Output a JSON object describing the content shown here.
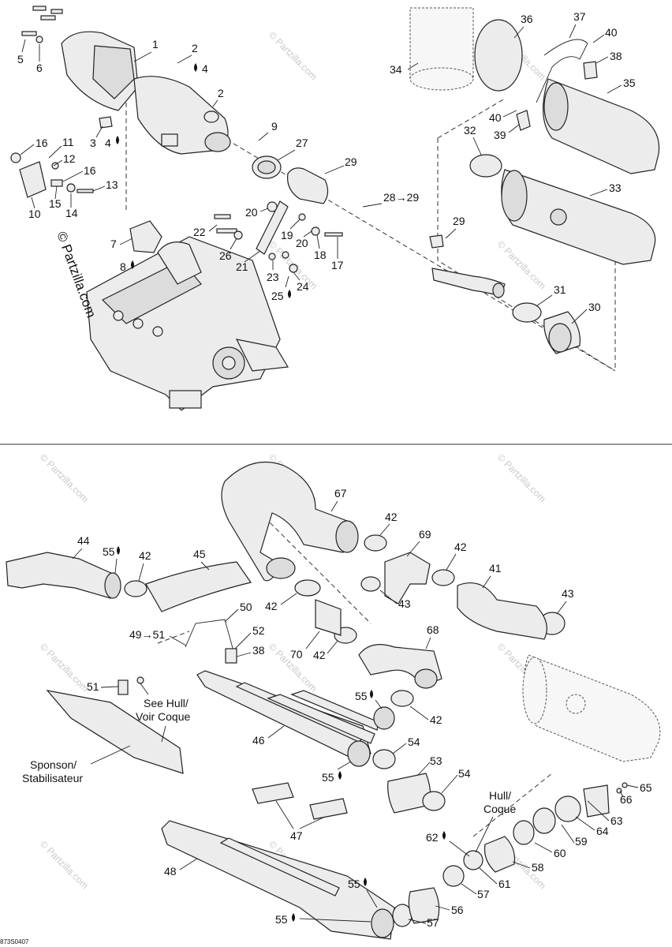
{
  "diagram": {
    "top_labels": [
      "1",
      "2",
      "4",
      "2",
      "3",
      "4",
      "5",
      "6",
      "7",
      "8",
      "9",
      "10",
      "11",
      "12",
      "13",
      "14",
      "15",
      "16",
      "16",
      "17",
      "18",
      "19",
      "20",
      "20",
      "21",
      "22",
      "23",
      "24",
      "25",
      "26",
      "27",
      "28→29",
      "29",
      "29",
      "30",
      "31",
      "32",
      "33",
      "34",
      "35",
      "36",
      "37",
      "38",
      "39",
      "40",
      "40"
    ],
    "bottom_labels": [
      "38",
      "41",
      "42",
      "42",
      "42",
      "42",
      "42",
      "42",
      "43",
      "43",
      "44",
      "45",
      "46",
      "47",
      "48",
      "49→51",
      "50",
      "51",
      "52",
      "53",
      "54",
      "54",
      "55",
      "55",
      "55",
      "55",
      "55",
      "56",
      "57",
      "57",
      "58",
      "59",
      "60",
      "61",
      "62",
      "63",
      "64",
      "65",
      "66",
      "67",
      "68",
      "69",
      "70"
    ],
    "notes": {
      "hull_en": "See Hull/",
      "hull_fr": "Voir Coque",
      "sponson_en": "Sponson/",
      "sponson_fr": "Stabilisateur",
      "hull2_en": "Hull/",
      "hull2_fr": "Coque"
    },
    "copyright": "© Partzilla.com",
    "watermark": "© Partzilla.com",
    "code": "873S0407"
  }
}
